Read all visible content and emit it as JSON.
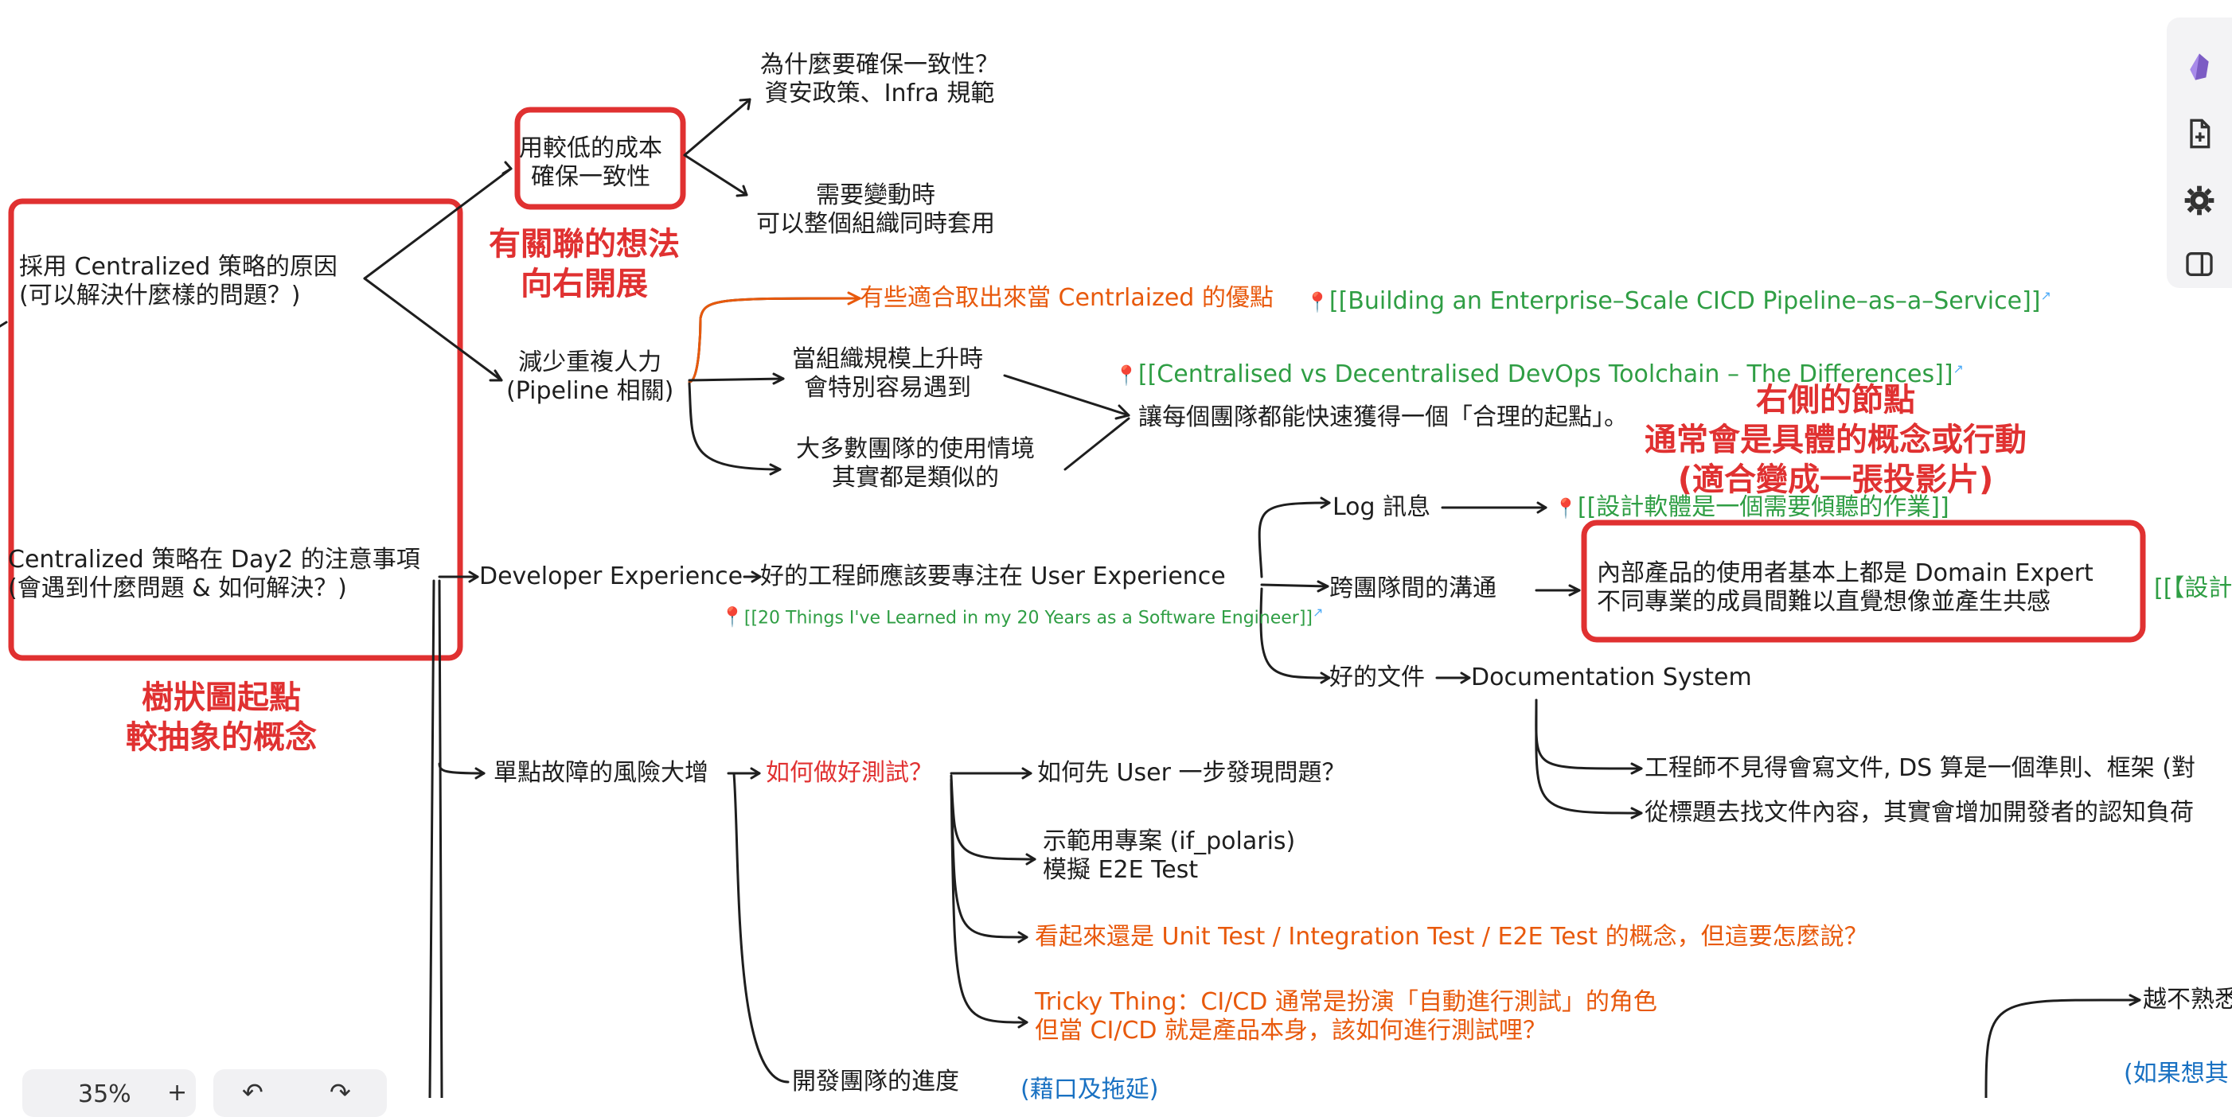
{
  "mindmap": {
    "root1": {
      "line1": "採用 Centralized 策略的原因",
      "line2": "(可以解決什麼樣的問題？)"
    },
    "root2": {
      "line1": "Centralized 策略在 Day2 的注意事項",
      "line2": "(會遇到什麼問題 & 如何解決？)"
    },
    "consistency": {
      "line1": "用較低的成本",
      "line2": "確保一致性"
    },
    "why_consistency": {
      "line1": "為什麼要確保一致性？",
      "line2": "資安政策、Infra 規範"
    },
    "change_apply": {
      "line1": "需要變動時",
      "line2": "可以整個組織同時套用"
    },
    "reduce_dup": {
      "line1": "減少重複人力",
      "line2": "(Pipeline 相關)"
    },
    "suitable": "有些適合取出來當 Centrlaized 的優點",
    "link_enterprise": "[[Building an Enterprise–Scale CICD Pipeline–as–a–Service]]",
    "org_scale": {
      "line1": "當組織規模上升時",
      "line2": "會特別容易遇到"
    },
    "link_centralised": "[[Centralised vs Decentralised DevOps Toolchain – The Differences]]",
    "most_teams": {
      "line1": "大多數團隊的使用情境",
      "line2": "其實都是類似的"
    },
    "reasonable_start": "讓每個團隊都能快速獲得一個「合理的起點」。",
    "dev_experience": "Developer Experience",
    "good_engineer": "好的工程師應該要專注在 User Experience",
    "link_20things": "[[20 Things I've Learned in my 20 Years as a Software Engineer]]",
    "log_msg": "Log 訊息",
    "link_listen": "[[設計軟體是一個需要傾聽的作業]]",
    "cross_team": "跨團隊間的溝通",
    "domain_expert": {
      "line1": "內部產品的使用者基本上都是 Domain Expert",
      "line2": "不同專業的成員間難以直覺想像並產生共感"
    },
    "link_design_partial": "[[【設計",
    "good_doc": "好的文件",
    "doc_system": "Documentation System",
    "engineer_doc": "工程師不見得會寫文件, DS 算是一個準則、框架 (對",
    "title_search": "從標題去找文件內容，其實會增加開發者的認知負荷",
    "single_point": "單點故障的風險大增",
    "how_test": "如何做好測試？",
    "find_first": "如何先 User 一步發現問題？",
    "demo_project": {
      "line1": "示範用專案 (if_polaris)",
      "line2": "模擬 E2E Test"
    },
    "unit_test": "看起來還是 Unit Test / Integration Test / E2E Test 的概念，但這要怎麼說？",
    "tricky": {
      "line1": "Tricky Thing：CI/CD 通常是扮演「自動進行測試」的角色",
      "line2": "但當 CI/CD 就是產品本身，該如何進行測試哩？"
    },
    "dev_progress": "開發團隊的進度",
    "excuse": "(藉口及拖延)",
    "more_unfamiliar": "越不熟悉",
    "bottom_right": "(如果想其"
  },
  "annotations": {
    "right_expand": {
      "line1": "有關聯的想法",
      "line2": "向右開展"
    },
    "tree_start": {
      "line1": "樹狀圖起點",
      "line2": "較抽象的概念"
    },
    "right_nodes": {
      "line1": "右側的節點",
      "line2": "通常會是具體的概念或行動",
      "line3": "(適合變成一張投影片)"
    }
  },
  "toolbar": {
    "icons": [
      "obsidian-logo-icon",
      "new-file-icon",
      "settings-gear-icon",
      "sidebar-toggle-icon"
    ]
  },
  "zoom": {
    "level": "35%",
    "plus": "+",
    "undo": "↶",
    "redo": "↷"
  },
  "colors": {
    "annotation_red": "#e03131",
    "link_green": "#2f9e44",
    "orange": "#e8590c",
    "blue": "#1971c2"
  }
}
